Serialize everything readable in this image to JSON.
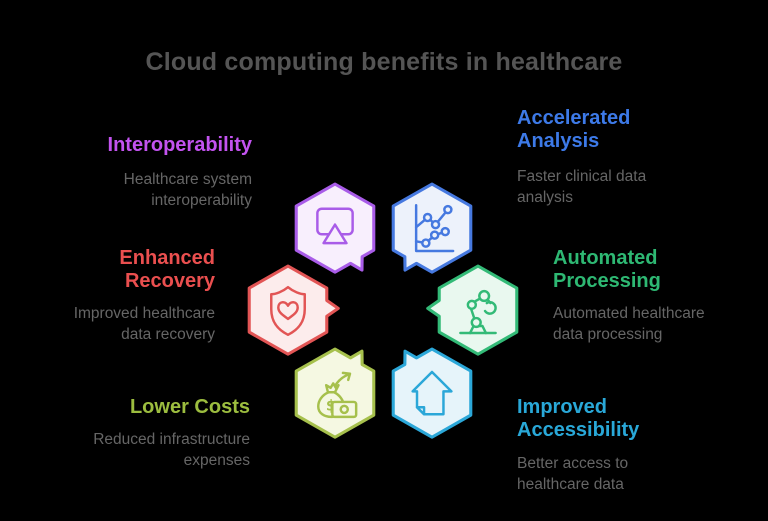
{
  "background": "#000000",
  "title": {
    "text": "Cloud computing benefits in healthcare",
    "color": "#555555"
  },
  "desc_color": "#666666",
  "benefits": [
    {
      "id": "interoperability",
      "label": "Interoperability",
      "description": "Healthcare system\ninteroperability",
      "heading_color": "#c353f0",
      "stroke": "#a95ce8",
      "fill": "#f8effd",
      "icon": "screen-share-icon"
    },
    {
      "id": "accelerated-analysis",
      "label": "Accelerated\nAnalysis",
      "description": "Faster clinical data\nanalysis",
      "heading_color": "#3d7ae8",
      "stroke": "#4679e0",
      "fill": "#edf2fb",
      "icon": "line-chart-icon"
    },
    {
      "id": "enhanced-recovery",
      "label": "Enhanced\nRecovery",
      "description": "Improved healthcare\ndata recovery",
      "heading_color": "#ea4f4f",
      "stroke": "#e25555",
      "fill": "#fcecec",
      "icon": "shield-heart-icon"
    },
    {
      "id": "automated-processing",
      "label": "Automated\nProcessing",
      "description": "Automated healthcare\ndata processing",
      "heading_color": "#2eb873",
      "stroke": "#33ba77",
      "fill": "#e9f8ef",
      "icon": "robot-arm-icon"
    },
    {
      "id": "lower-costs",
      "label": "Lower Costs",
      "description": "Reduced infrastructure\nexpenses",
      "heading_color": "#9cbd3f",
      "stroke": "#a6c04c",
      "fill": "#f5f8e2",
      "icon": "money-bag-icon"
    },
    {
      "id": "improved-accessibility",
      "label": "Improved\nAccessibility",
      "description": "Better access to\nhealthcare data",
      "heading_color": "#29a8d8",
      "stroke": "#2ba7d8",
      "fill": "#e6f4fa",
      "icon": "home-icon"
    }
  ]
}
